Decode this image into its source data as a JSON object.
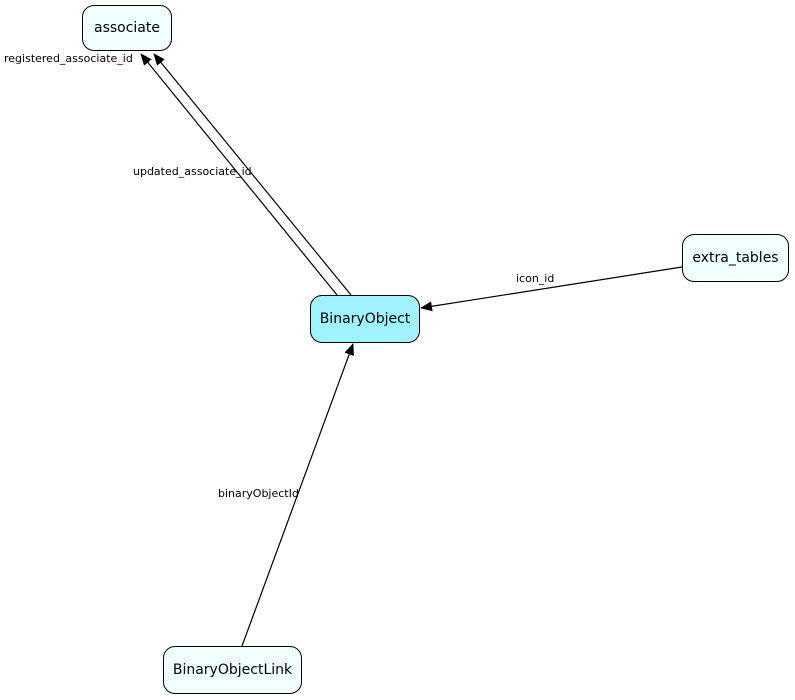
{
  "diagram": {
    "nodes": {
      "associate": "associate",
      "binary_object": "BinaryObject",
      "extra_tables": "extra_tables",
      "binary_object_link": "BinaryObjectLink"
    },
    "edges": {
      "registered_associate_id": "registered_associate_id",
      "updated_associate_id": "updated_associate_id",
      "icon_id": "icon_id",
      "binary_object_id": "binaryObjectId"
    },
    "colors": {
      "node_fill": "#f0ffff",
      "focus_node_fill": "#9ef3ff",
      "stroke": "#000000"
    }
  }
}
